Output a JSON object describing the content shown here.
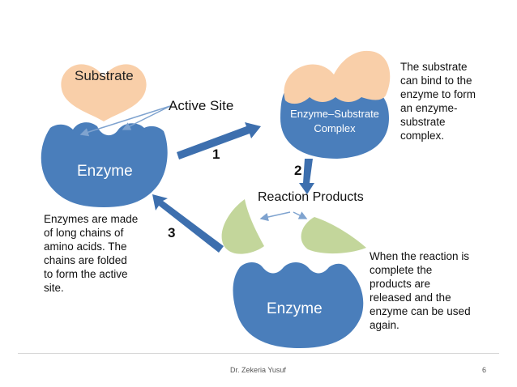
{
  "labels": {
    "substrate": "Substrate",
    "active_site": "Active Site",
    "enzyme": "Enzyme",
    "complex": "Enzyme–Substrate\nComplex",
    "reaction_products": "Reaction Products",
    "enzyme_bottom": "Enzyme"
  },
  "steps": [
    "1",
    "2",
    "3"
  ],
  "annotations": {
    "binding": "The substrate\ncan bind to the\nenzyme to form\nan enzyme-\nsubstrate\ncomplex.",
    "structure": "Enzymes are made\nof long chains of\namino acids.  The\nchains are folded\nto form the active\nsite.",
    "release": "When the reaction is\ncomplete the\nproducts are\nreleased and the\nenzyme can be used\nagain."
  },
  "footer": {
    "author": "Dr. Zekeria Yusuf",
    "page": "6"
  },
  "colors": {
    "enzyme": "#4a7ebb",
    "substrate": "#f9cfa9",
    "product": "#c3d69b",
    "arrow": "#3d6fae"
  }
}
